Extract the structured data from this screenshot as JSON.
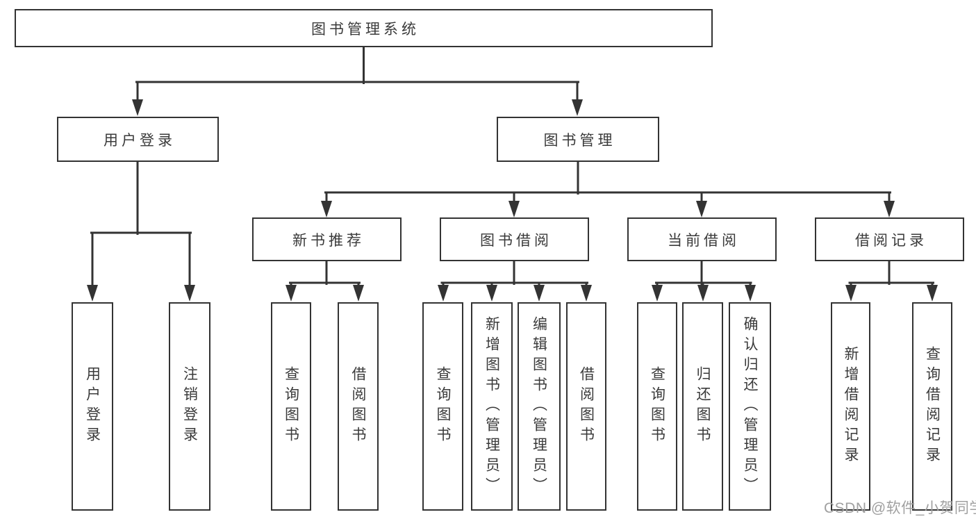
{
  "colors": {
    "line": "#333333",
    "box_border": "#333333",
    "text": "#3a3a3a",
    "background": "#ffffff",
    "watermark": "#a0a0a0"
  },
  "watermark": {
    "text": "CSDN @软件_小贺同学"
  },
  "diagram": {
    "tree": {
      "root": {
        "label": "图书管理系统",
        "children": [
          {
            "label": "用户登录",
            "children": [
              {
                "label": "用户登录"
              },
              {
                "label": "注销登录"
              }
            ]
          },
          {
            "label": "图书管理",
            "children": [
              {
                "label": "新书推荐",
                "children": [
                  {
                    "label": "查询图书"
                  },
                  {
                    "label": "借阅图书"
                  }
                ]
              },
              {
                "label": "图书借阅",
                "children": [
                  {
                    "label": "查询图书"
                  },
                  {
                    "label": "新增图书（管理员）"
                  },
                  {
                    "label": "编辑图书（管理员）"
                  },
                  {
                    "label": "借阅图书"
                  }
                ]
              },
              {
                "label": "当前借阅",
                "children": [
                  {
                    "label": "查询图书"
                  },
                  {
                    "label": "归还图书"
                  },
                  {
                    "label": "确认归还（管理员）"
                  }
                ]
              },
              {
                "label": "借阅记录",
                "children": [
                  {
                    "label": "新增借阅记录"
                  },
                  {
                    "label": "查询借阅记录"
                  }
                ]
              }
            ]
          }
        ]
      }
    }
  }
}
